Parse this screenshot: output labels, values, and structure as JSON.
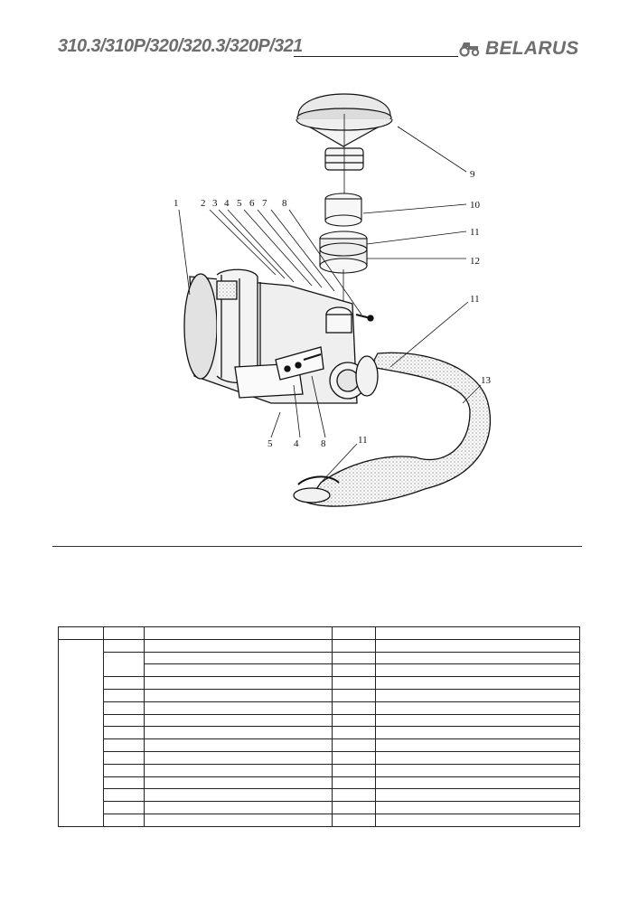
{
  "header": {
    "model": "310.3/310Р/320/320.3/320Р/321",
    "brand": "BELARUS",
    "brand_icon": "tractor-icon"
  },
  "figure": {
    "callouts": [
      "1",
      "2",
      "3",
      "4",
      "5",
      "6",
      "7",
      "8",
      "9",
      "10",
      "11",
      "11",
      "12",
      "11",
      "13",
      "5",
      "4",
      "8"
    ]
  },
  "table": {
    "rows": 16
  }
}
